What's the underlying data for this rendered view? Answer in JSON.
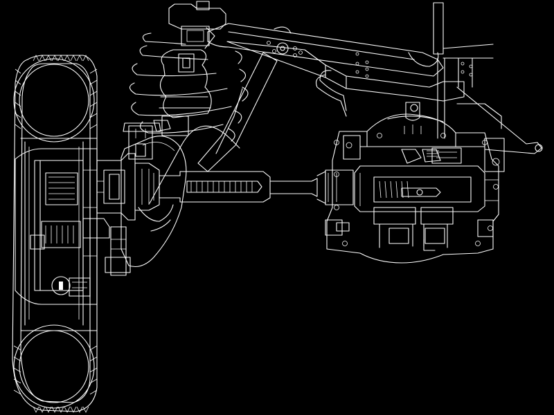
{
  "drawing": {
    "background_color": "#000000",
    "line_color": "#ffffff",
    "subject": "drivetrain-and-suspension-cross-section",
    "components": [
      "wheel",
      "tire",
      "wheel-hub",
      "ball-joint",
      "cv-joint",
      "drive-axle",
      "differential",
      "coil-spring",
      "shock-absorber",
      "suspension-arm",
      "frame-rail",
      "frame-upright",
      "brake-line",
      "mounting-bracket"
    ]
  }
}
